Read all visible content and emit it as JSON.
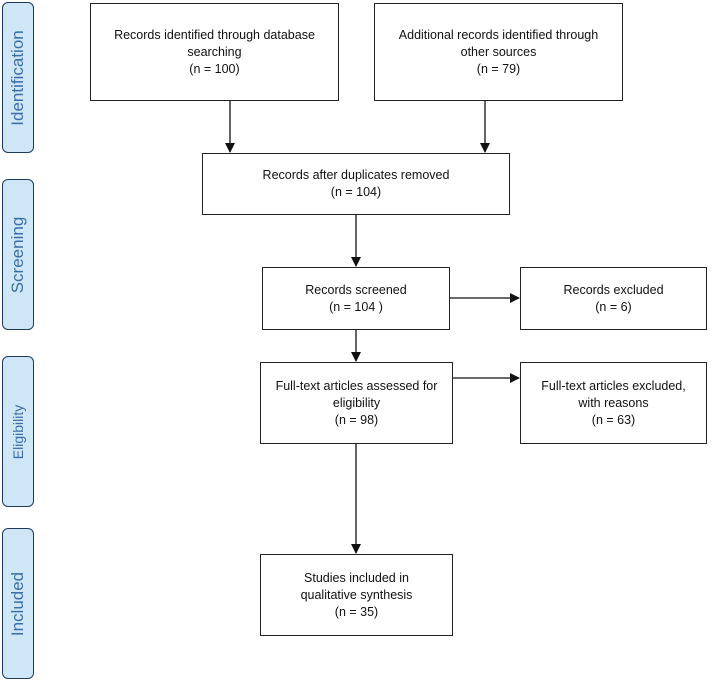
{
  "phases": {
    "identification": "Identification",
    "screening": "Screening",
    "eligibility": "Eligibility",
    "included": "Included"
  },
  "boxes": {
    "database": {
      "line1": "Records identified through database",
      "line2": "searching",
      "count": "(n = 100)"
    },
    "other": {
      "line1": "Additional records identified through",
      "line2": "other sources",
      "count": "(n = 79)"
    },
    "duplicates": {
      "line1": "Records after duplicates removed",
      "count": "(n = 104)"
    },
    "screened": {
      "line1": "Records screened",
      "count": "(n = 104 )"
    },
    "excluded": {
      "line1": "Records excluded",
      "count": "(n = 6)"
    },
    "fulltext": {
      "line1": "Full-text articles assessed for",
      "line2": "eligibility",
      "count": "(n = 98)"
    },
    "fulltext_excluded": {
      "line1": "Full-text articles excluded,",
      "line2": "with reasons",
      "count": "(n = 63)"
    },
    "included": {
      "line1": "Studies included in",
      "line2": "qualitative synthesis",
      "count": "(n = 35)"
    }
  },
  "colors": {
    "phase_fill": "#cfe6f7",
    "phase_text": "#3b6ea5",
    "phase_border": "#1e3a5f"
  }
}
